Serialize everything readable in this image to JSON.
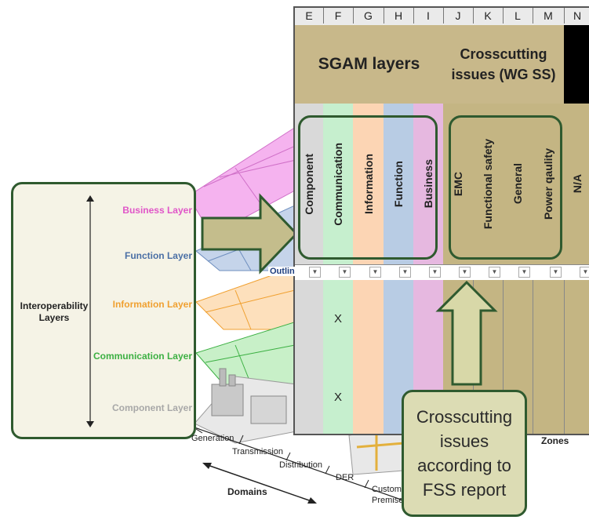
{
  "columns": [
    "E",
    "F",
    "G",
    "H",
    "I",
    "J",
    "K",
    "L",
    "M",
    "N"
  ],
  "headers": {
    "sgam": "SGAM layers",
    "crosscutting_line1": "Crosscutting",
    "crosscutting_line2": "issues (WG SS)"
  },
  "sgam_columns": [
    "Component",
    "Communication",
    "Information",
    "Function",
    "Business"
  ],
  "crosscutting_columns": [
    "EMC",
    "Functional safety",
    "General",
    "Power qaulity",
    "N/A"
  ],
  "rows": [
    {
      "communication_mark": "X"
    },
    {
      "communication_mark": "X"
    }
  ],
  "diagram": {
    "interop_label_line1": "Interoperability",
    "interop_label_line2": "Layers",
    "layers": [
      "Business Layer",
      "Function Layer",
      "Information Layer",
      "Communication Layer",
      "Component Layer"
    ],
    "layer_colors": [
      "#e055c8",
      "#4a6fa5",
      "#f0a030",
      "#3cb043",
      "#a8a8a8"
    ],
    "outline_fragment": "Outlin",
    "domains": [
      "Generation",
      "Transmission",
      "Distribution",
      "DER",
      "Customer",
      "Premises"
    ],
    "domains_label": "Domains",
    "zones_label": "Zones"
  },
  "callout": {
    "line1": "Crosscutting",
    "line2": "issues",
    "line3": "according to",
    "line4": "FSS report"
  },
  "colors": {
    "header_bg": "#c8b88a",
    "component_col": "#d9d9d9",
    "communication_col": "#c6efce",
    "information_col": "#fcd5b4",
    "function_col": "#b8cce4",
    "business_col": "#e6b8e0",
    "crosscut_col": "#c4b583",
    "box_border": "#2f5a2f",
    "callout_bg": "#dcdcb4"
  }
}
